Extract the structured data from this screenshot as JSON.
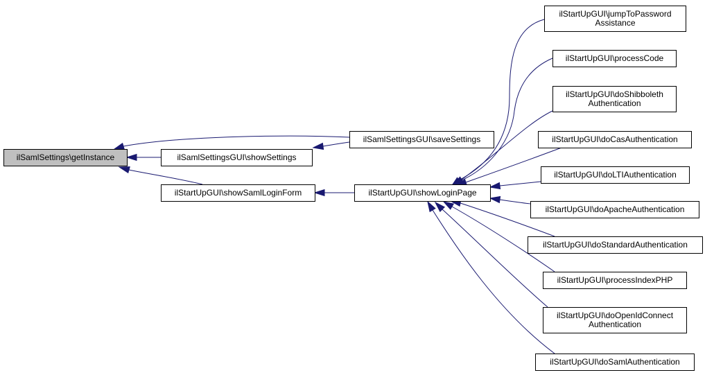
{
  "diagram": {
    "type": "call-graph",
    "colors": {
      "edge": "#191970",
      "node_fill": "#ffffff",
      "focus_fill": "#bfbfbf",
      "border": "#000000",
      "text": "#000000"
    },
    "nodes": [
      {
        "id": "getInstance",
        "lines": [
          "ilSamlSettings\\getInstance"
        ],
        "focus": true
      },
      {
        "id": "showSettings",
        "lines": [
          "ilSamlSettingsGUI\\showSettings"
        ]
      },
      {
        "id": "showSamlLoginForm",
        "lines": [
          "ilStartUpGUI\\showSamlLoginForm"
        ]
      },
      {
        "id": "saveSettings",
        "lines": [
          "ilSamlSettingsGUI\\saveSettings"
        ]
      },
      {
        "id": "showLoginPage",
        "lines": [
          "ilStartUpGUI\\showLoginPage"
        ]
      },
      {
        "id": "jumpToPasswordAssistance",
        "lines": [
          "ilStartUpGUI\\jumpToPassword",
          "Assistance"
        ]
      },
      {
        "id": "processCode",
        "lines": [
          "ilStartUpGUI\\processCode"
        ]
      },
      {
        "id": "doShibbolethAuthentication",
        "lines": [
          "ilStartUpGUI\\doShibboleth",
          "Authentication"
        ]
      },
      {
        "id": "doCasAuthentication",
        "lines": [
          "ilStartUpGUI\\doCasAuthentication"
        ]
      },
      {
        "id": "doLTIAuthentication",
        "lines": [
          "ilStartUpGUI\\doLTIAuthentication"
        ]
      },
      {
        "id": "doApacheAuthentication",
        "lines": [
          "ilStartUpGUI\\doApacheAuthentication"
        ]
      },
      {
        "id": "doStandardAuthentication",
        "lines": [
          "ilStartUpGUI\\doStandardAuthentication"
        ]
      },
      {
        "id": "processIndexPHP",
        "lines": [
          "ilStartUpGUI\\processIndexPHP"
        ]
      },
      {
        "id": "doOpenIdConnectAuthentication",
        "lines": [
          "ilStartUpGUI\\doOpenIdConnect",
          "Authentication"
        ]
      },
      {
        "id": "doSamlAuthentication",
        "lines": [
          "ilStartUpGUI\\doSamlAuthentication"
        ]
      }
    ],
    "edges": [
      {
        "from": "showSettings",
        "to": "getInstance"
      },
      {
        "from": "saveSettings",
        "to": "getInstance"
      },
      {
        "from": "showSamlLoginForm",
        "to": "getInstance"
      },
      {
        "from": "saveSettings",
        "to": "showSettings"
      },
      {
        "from": "showLoginPage",
        "to": "showSamlLoginForm"
      },
      {
        "from": "jumpToPasswordAssistance",
        "to": "showLoginPage"
      },
      {
        "from": "processCode",
        "to": "showLoginPage"
      },
      {
        "from": "doShibbolethAuthentication",
        "to": "showLoginPage"
      },
      {
        "from": "doCasAuthentication",
        "to": "showLoginPage"
      },
      {
        "from": "doLTIAuthentication",
        "to": "showLoginPage"
      },
      {
        "from": "doApacheAuthentication",
        "to": "showLoginPage"
      },
      {
        "from": "doStandardAuthentication",
        "to": "showLoginPage"
      },
      {
        "from": "processIndexPHP",
        "to": "showLoginPage"
      },
      {
        "from": "doOpenIdConnectAuthentication",
        "to": "showLoginPage"
      },
      {
        "from": "doSamlAuthentication",
        "to": "showLoginPage"
      }
    ]
  }
}
